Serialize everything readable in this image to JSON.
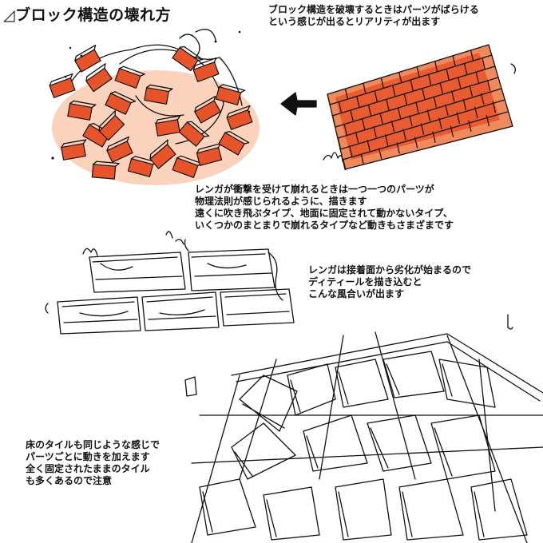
{
  "title": "◿ブロック構造の壊れ方",
  "notes": {
    "top": [
      "ブロック構造を破壊するときはパーツがばらける",
      "という感じが出るとリアリティが出ます"
    ],
    "middle": [
      "レンガが衝撃を受けて崩れるときは一つ一つのパーツが",
      "物理法則が感じられるように、描きます",
      "遠くに吹き飛ぶタイプ、地面に固定されて動かないタイプ、",
      "いくつかのまとまりで崩れるタイプなど動きもさまざまです"
    ],
    "mortar": [
      "レンガは接着面から劣化が始まるので",
      "ディティールを描き込むと",
      "こんな風合いが出ます"
    ],
    "floor": [
      "床のタイルも同じような感じで",
      "パーツごとに動きを加えます",
      "全く固定されたままのタイル",
      "も多くあるので注意"
    ]
  },
  "colors": {
    "brick": "#e8542a",
    "brick_glow": "#f59a6e",
    "ink": "#111111"
  },
  "icons": {
    "arrow": "left-arrow-icon"
  }
}
